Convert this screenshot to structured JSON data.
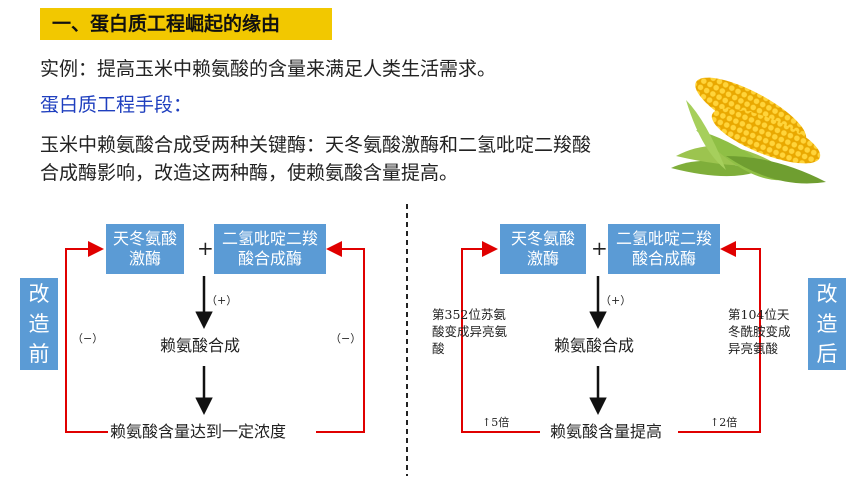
{
  "header": {
    "title": "一、蛋白质工程崛起的缘由"
  },
  "intro": {
    "example": "实例：提高玉米中赖氨酸的含量来满足人类生活需求。",
    "method_heading": "蛋白质工程手段：",
    "paragraph_line1": "玉米中赖氨酸合成受两种关键酶：天冬氨酸激酶和二氢吡啶二羧酸",
    "paragraph_line2": "合成酶影响，改造这两种酶，使赖氨酸含量提高。"
  },
  "before": {
    "side_label": "改造前",
    "enzyme1": "天冬氨酸激酶",
    "enzyme2": "二氢吡啶二羧酸合成酶",
    "plus": "+",
    "promote": "（+）",
    "inhibit_left": "（−）",
    "inhibit_right": "（−）",
    "step1": "赖氨酸合成",
    "step2": "赖氨酸含量达到一定浓度"
  },
  "after": {
    "side_label": "改造后",
    "enzyme1": "天冬氨酸激酶",
    "enzyme2": "二氢吡啶二羧酸合成酶",
    "plus": "+",
    "promote": "（+）",
    "mutation_left": "第352位苏氨酸变成异亮氨酸",
    "mutation_right": "第104位天冬酰胺变成异亮氨酸",
    "step1": "赖氨酸合成",
    "step2": "赖氨酸含量提高",
    "fold_left": "↑5倍",
    "fold_right": "↑2倍"
  },
  "colors": {
    "box": "#5b9bd5",
    "title_bar": "#f2c800",
    "feedback": "#e00000",
    "heading": "#1f3fbf"
  }
}
